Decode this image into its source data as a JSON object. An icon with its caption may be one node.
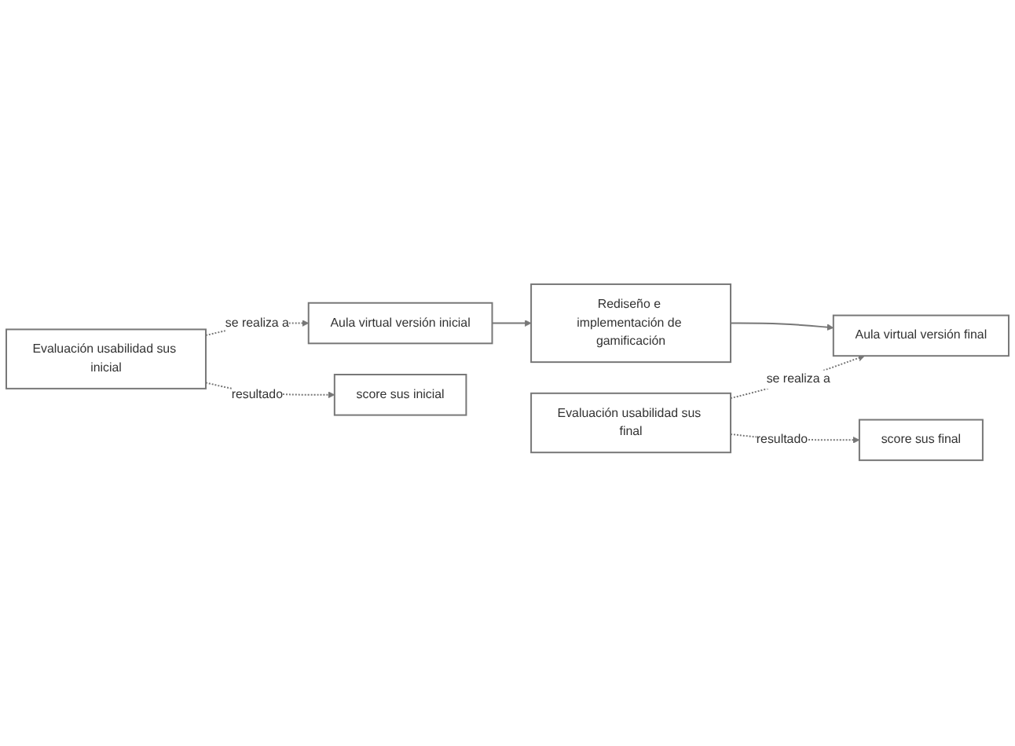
{
  "diagram": {
    "nodes": [
      {
        "text": [
          "Aula virtual versión inicial"
        ]
      },
      {
        "text": [
          "Rediseño e implementación de gamificación"
        ]
      },
      {
        "text": [
          "Aula virtual versión final"
        ]
      },
      {
        "text": [
          "Evaluación usabilidad sus inicial"
        ]
      },
      {
        "text": [
          "Evaluación usabilidad sus final"
        ]
      },
      {
        "text": [
          "score sus inicial"
        ]
      },
      {
        "text": [
          "score sus final"
        ]
      }
    ],
    "edges": [
      {
        "from": 0,
        "to": 1,
        "arrow": "to"
      },
      {
        "from": 1,
        "to": 2,
        "arrow": "to"
      },
      {
        "from": 3,
        "to": 0,
        "arrow": "to",
        "style": "dashed",
        "label": "se realiza a"
      },
      {
        "from": 4,
        "to": 2,
        "arrow": "to",
        "style": "dashed",
        "label": "se realiza a"
      },
      {
        "from": 3,
        "to": 5,
        "arrow": "to",
        "style": "dashed",
        "label": "resultado"
      },
      {
        "from": 4,
        "to": 6,
        "arrow": "to",
        "style": "dashed",
        "label": "resultado"
      }
    ]
  }
}
